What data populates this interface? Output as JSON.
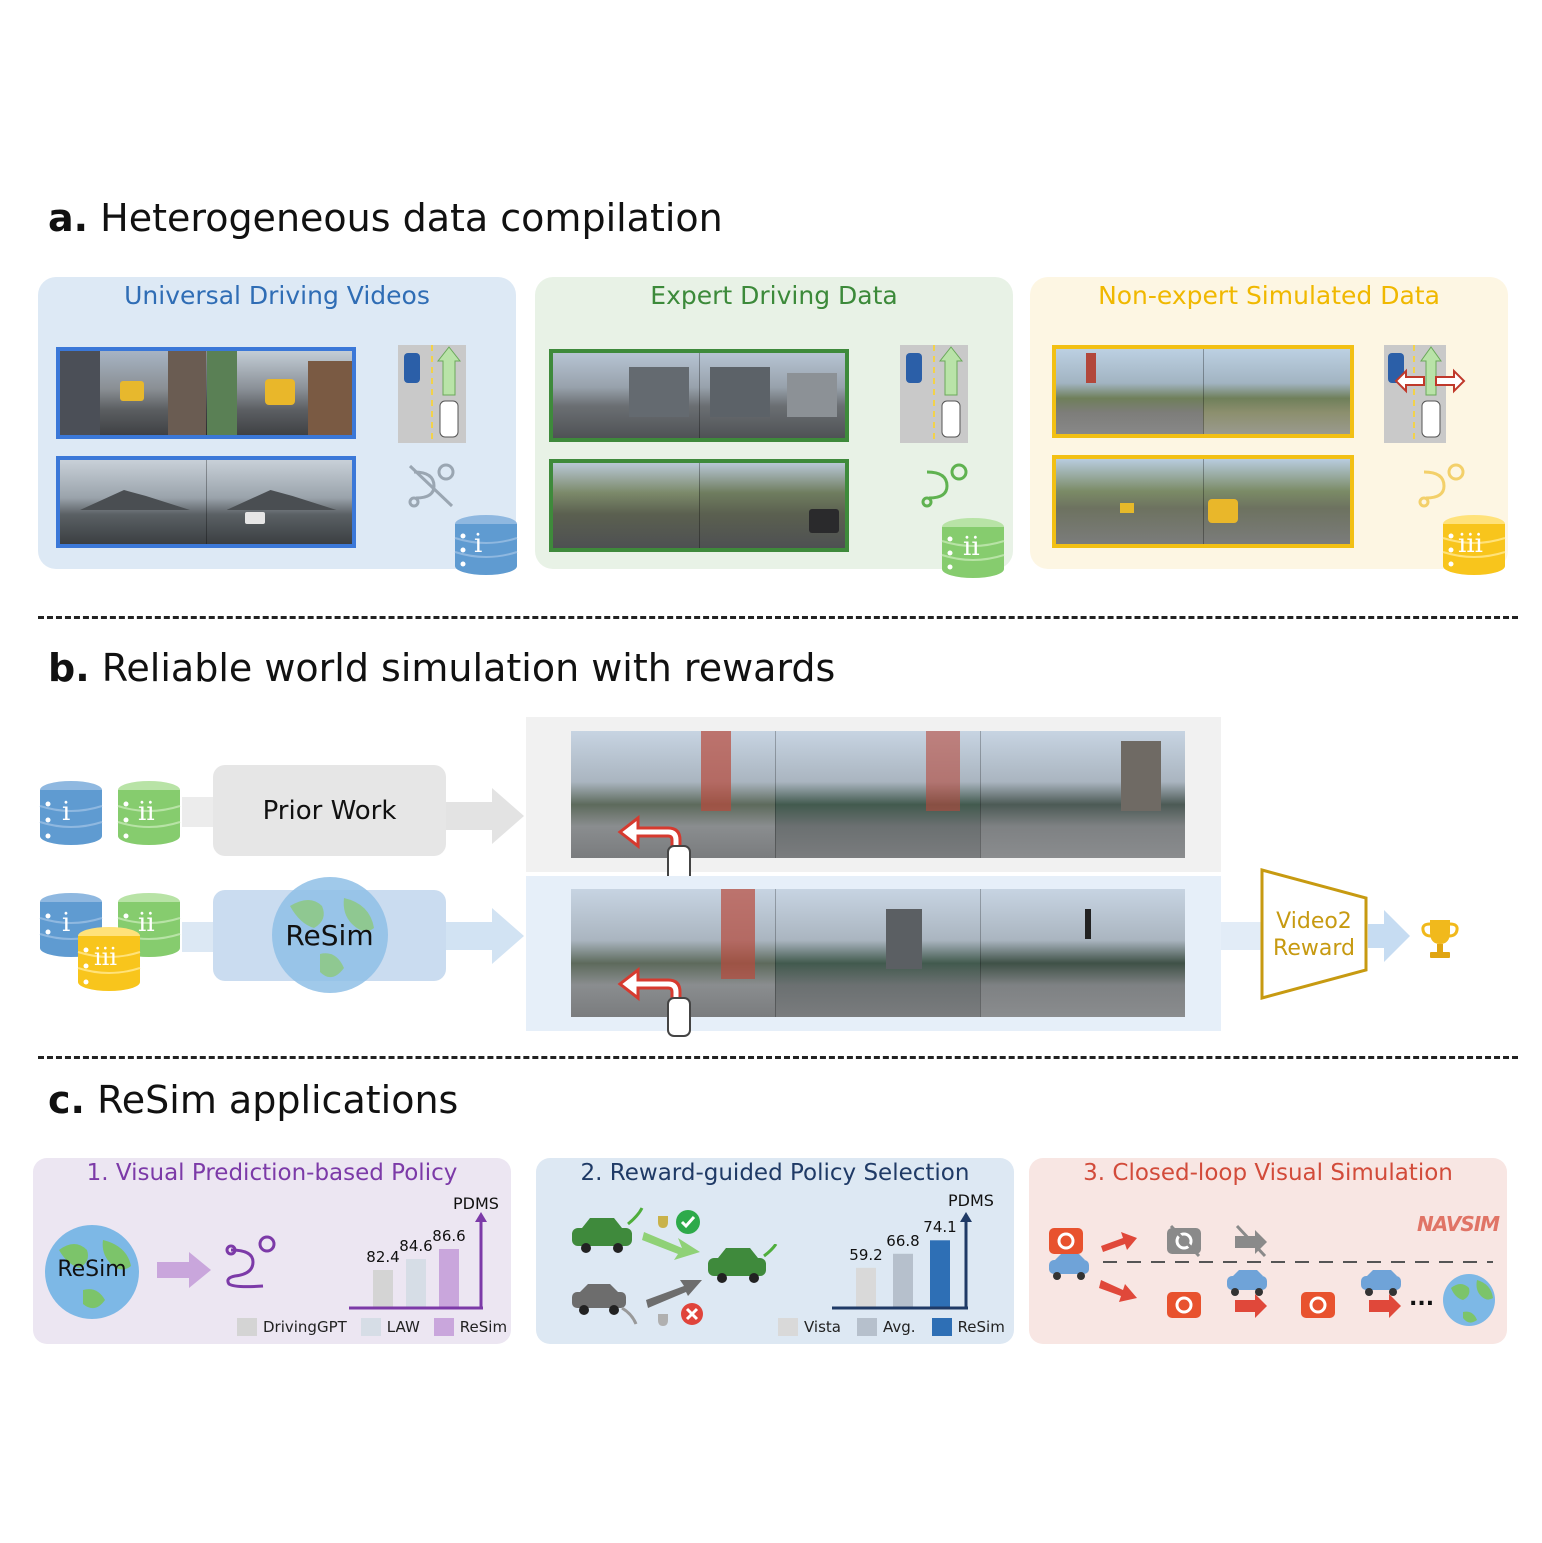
{
  "section_a": {
    "letter": "a.",
    "title": "Heterogeneous data compilation"
  },
  "section_b": {
    "letter": "b.",
    "title": "Reliable world simulation with rewards"
  },
  "section_c": {
    "letter": "c.",
    "title": "ReSim applications"
  },
  "panel_a1": {
    "title": "Universal Driving Videos",
    "db_label": "i",
    "color": "#2f6db5",
    "bg": "#dde9f5"
  },
  "panel_a2": {
    "title": "Expert Driving Data",
    "db_label": "ii",
    "color": "#3c8a3a",
    "bg": "#e8f2e6"
  },
  "panel_a3": {
    "title": "Non-expert Simulated Data",
    "db_label": "iii",
    "color": "#f0b800",
    "bg": "#fdf6e3"
  },
  "flow": {
    "db_i": "i",
    "db_ii": "ii",
    "db_iii": "iii",
    "prior_work": "Prior Work",
    "resim": "ReSim",
    "video2reward_line1": "Video2",
    "video2reward_line2": "Reward"
  },
  "app1": {
    "title": "1. Visual Prediction-based Policy",
    "globe_label": "ReSim",
    "metric": "PDMS",
    "chart_data": {
      "type": "bar",
      "categories": [
        "DrivingGPT",
        "LAW",
        "ReSim"
      ],
      "values": [
        82.4,
        84.6,
        86.6
      ],
      "value_labels": [
        "82.4",
        "84.6",
        "86.6"
      ],
      "ylabel": "PDMS",
      "colors": [
        "#d4d4d4",
        "#d6dde6",
        "#c9a6dc"
      ]
    }
  },
  "app2": {
    "title": "2. Reward-guided Policy Selection",
    "metric": "PDMS",
    "chart_data": {
      "type": "bar",
      "categories": [
        "Vista",
        "Avg.",
        "ReSim"
      ],
      "values": [
        59.2,
        66.8,
        74.1
      ],
      "value_labels": [
        "59.2",
        "66.8",
        "74.1"
      ],
      "ylabel": "PDMS",
      "colors": [
        "#d9d9d9",
        "#b6c0cc",
        "#2e6fb5"
      ]
    }
  },
  "app3": {
    "title": "3. Closed-loop Visual Simulation",
    "logo": "NAVSIM",
    "ellipsis": "..."
  }
}
